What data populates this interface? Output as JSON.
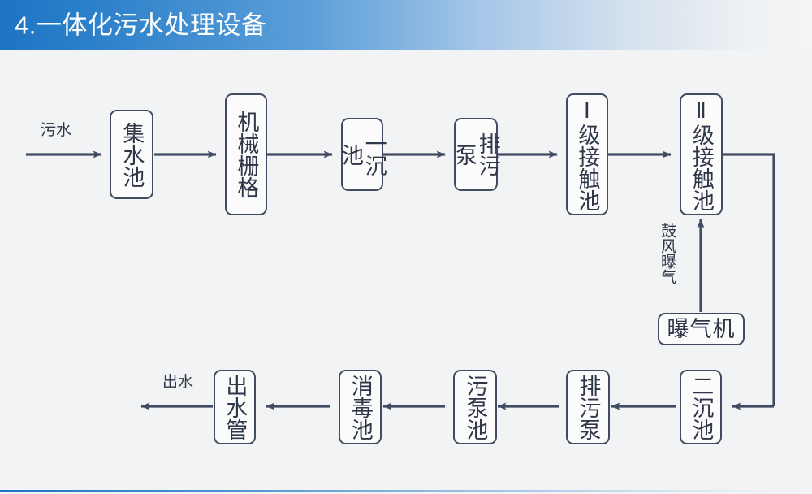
{
  "header": {
    "title": "4.一体化污水处理设备",
    "accent_color": "#1e74c4"
  },
  "theme": {
    "background": "#f2f3f4",
    "node_border": "#414c63",
    "node_fill": "#fbfbfc",
    "text": "#2e3648",
    "wire": "#414c63"
  },
  "diagram": {
    "type": "process-flow",
    "title": "一体化污水处理设备",
    "inlet_label": "污水",
    "outlet_label": "出水",
    "aeration_label": "鼓风曝气",
    "nodes": [
      {
        "id": "jishuichi",
        "label": "集水池",
        "orientation": "vertical"
      },
      {
        "id": "jixieshange",
        "label": "机械栅格",
        "orientation": "vertical"
      },
      {
        "id": "yichenchi",
        "label": "一沉池",
        "orientation": "vertical"
      },
      {
        "id": "paiwubeng1",
        "label": "排污泵",
        "orientation": "vertical"
      },
      {
        "id": "jiechuchi1",
        "label": "Ⅰ级接触池",
        "orientation": "vertical"
      },
      {
        "id": "jiechuchi2",
        "label": "Ⅱ级接触池",
        "orientation": "vertical"
      },
      {
        "id": "baoqiji",
        "label": "曝气机",
        "orientation": "horizontal"
      },
      {
        "id": "erchenchi",
        "label": "二沉池",
        "orientation": "vertical"
      },
      {
        "id": "paiwubeng2",
        "label": "排污泵",
        "orientation": "vertical"
      },
      {
        "id": "wubengchi",
        "label": "污泵池",
        "orientation": "vertical"
      },
      {
        "id": "xiaoduchi",
        "label": "消毒池",
        "orientation": "vertical"
      },
      {
        "id": "chushuiguan",
        "label": "出水管",
        "orientation": "vertical"
      }
    ],
    "edges": [
      {
        "from": "inlet",
        "to": "jishuichi",
        "label": "污水"
      },
      {
        "from": "jishuichi",
        "to": "jixieshange",
        "label": ""
      },
      {
        "from": "jixieshange",
        "to": "yichenchi",
        "label": ""
      },
      {
        "from": "yichenchi",
        "to": "paiwubeng1",
        "label": ""
      },
      {
        "from": "paiwubeng1",
        "to": "jiechuchi1",
        "label": ""
      },
      {
        "from": "jiechuchi1",
        "to": "jiechuchi2",
        "label": ""
      },
      {
        "from": "jiechuchi2",
        "to": "erchenchi",
        "label": ""
      },
      {
        "from": "baoqiji",
        "to": "jiechuchi2",
        "label": "鼓风曝气"
      },
      {
        "from": "erchenchi",
        "to": "paiwubeng2",
        "label": ""
      },
      {
        "from": "paiwubeng2",
        "to": "wubengchi",
        "label": ""
      },
      {
        "from": "wubengchi",
        "to": "xiaoduchi",
        "label": ""
      },
      {
        "from": "xiaoduchi",
        "to": "chushuiguan",
        "label": ""
      },
      {
        "from": "chushuiguan",
        "to": "outlet",
        "label": "出水"
      }
    ]
  }
}
